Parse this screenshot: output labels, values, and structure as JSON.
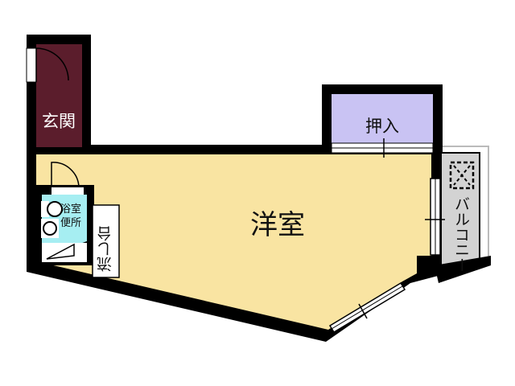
{
  "rooms": {
    "entrance": "玄関",
    "closet": "押入",
    "western_room": "洋室",
    "bath": "浴室",
    "toilet": "便所",
    "sink": "流し台",
    "balcony": "バルコニー"
  },
  "colors": {
    "wall": "#000000",
    "entrance_floor": "#5b1d2c",
    "room_floor": "#f9e4a2",
    "closet_floor": "#c9c3f3",
    "bath_floor": "#a6eef2",
    "balcony_floor": "#d3d3d3"
  },
  "icons": [
    "door-swing-icon",
    "air-conditioner-outdoor-unit-icon",
    "bathtub-icon",
    "toilet-icon",
    "sink-icon",
    "window-icon"
  ]
}
